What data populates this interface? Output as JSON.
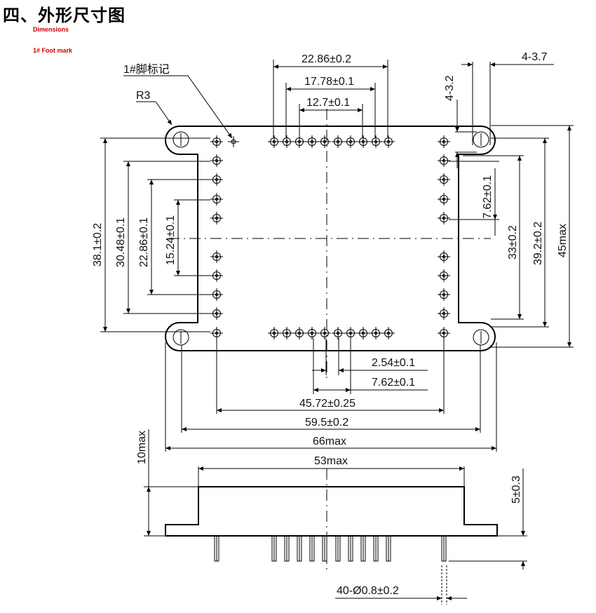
{
  "heading": {
    "title": "四、外形尺寸图",
    "subtitle_dimensions": "Dimensions",
    "subtitle_foot_mark": "1# Foot mark"
  },
  "labels": {
    "pin1": "1#脚标记",
    "radius": "R3",
    "top_22": "22.86±0.2",
    "top_17": "17.78±0.1",
    "top_12": "12.7±0.1",
    "hole_dia": "4-3.7",
    "hole_off": "4-3.2",
    "left_38": "38.1±0.2",
    "left_30": "30.48±0.1",
    "left_22": "22.86±0.1",
    "left_15": "15.24±0.1",
    "right_7": "7.62±0.1",
    "right_33": "33±0.2",
    "right_39": "39.2±0.2",
    "right_45": "45max",
    "bot_2": "2.54±0.1",
    "bot_7": "7.62±0.1",
    "bot_45": "45.72±0.25",
    "bot_59": "59.5±0.2",
    "bot_66": "66max",
    "side_10": "10max",
    "side_53": "53max",
    "side_5": "5±0.3",
    "side_pins": "40-Ø0.8±0.2"
  }
}
